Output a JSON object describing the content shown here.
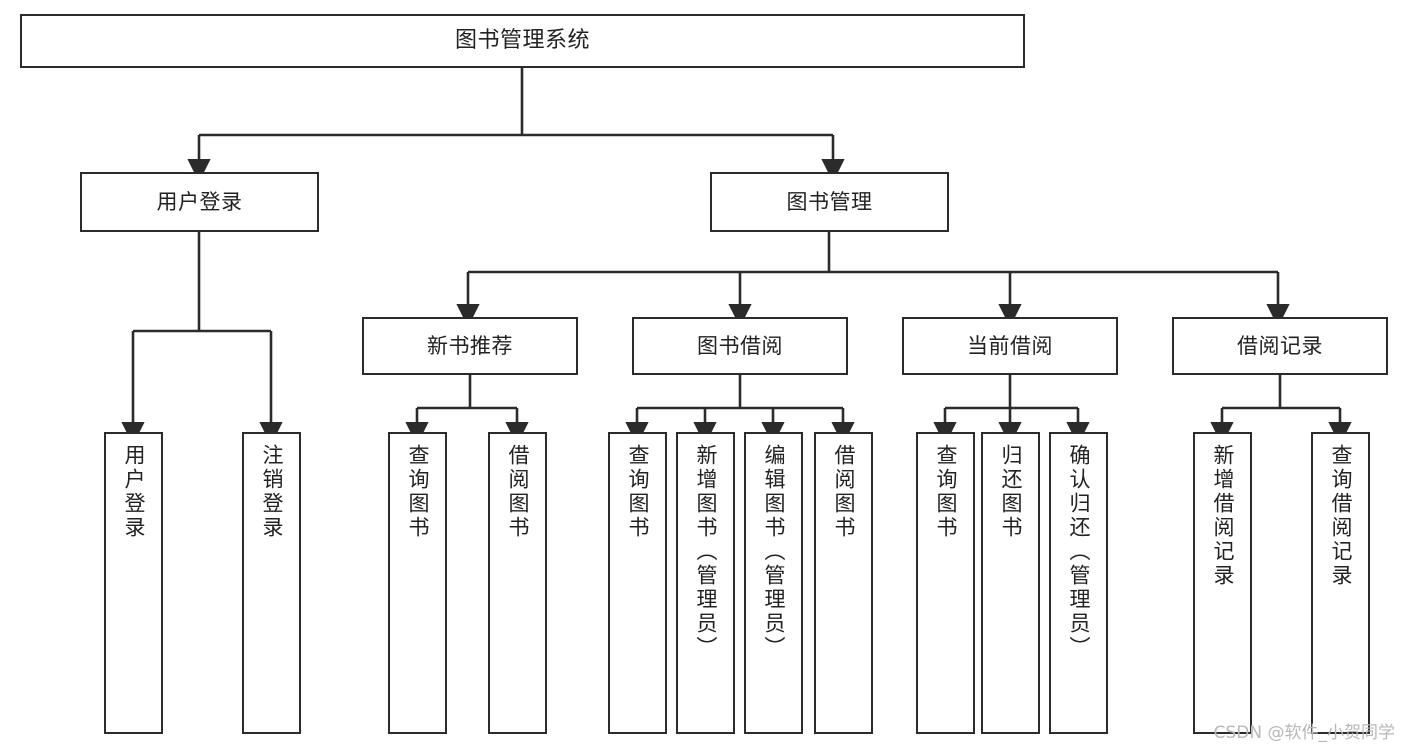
{
  "diagram": {
    "type": "tree",
    "title": "图书管理系统",
    "root": {
      "label": "图书管理系统"
    },
    "level2": [
      {
        "label": "用户登录"
      },
      {
        "label": "图书管理"
      }
    ],
    "level3": [
      {
        "label": "新书推荐"
      },
      {
        "label": "图书借阅"
      },
      {
        "label": "当前借阅"
      },
      {
        "label": "借阅记录"
      }
    ],
    "leaves": {
      "user_login": [
        {
          "label": "用户登录"
        },
        {
          "label": "注销登录"
        }
      ],
      "new_book": [
        {
          "label": "查询图书"
        },
        {
          "label": "借阅图书"
        }
      ],
      "book_borrow": [
        {
          "label": "查询图书"
        },
        {
          "label": "新增图书（管理员）"
        },
        {
          "label": "编辑图书（管理员）"
        },
        {
          "label": "借阅图书"
        }
      ],
      "current_borrow": [
        {
          "label": "查询图书"
        },
        {
          "label": "归还图书"
        },
        {
          "label": "确认归还（管理员）"
        }
      ],
      "borrow_record": [
        {
          "label": "新增借阅记录"
        },
        {
          "label": "查询借阅记录"
        }
      ]
    }
  },
  "watermark": {
    "text": "CSDN @软件_小贺同学"
  },
  "colors": {
    "box_border": "#2b2b2b",
    "box_fill": "#ffffff",
    "text": "#222222",
    "edge": "#2b2b2b",
    "watermark": "#b8b8b8"
  }
}
